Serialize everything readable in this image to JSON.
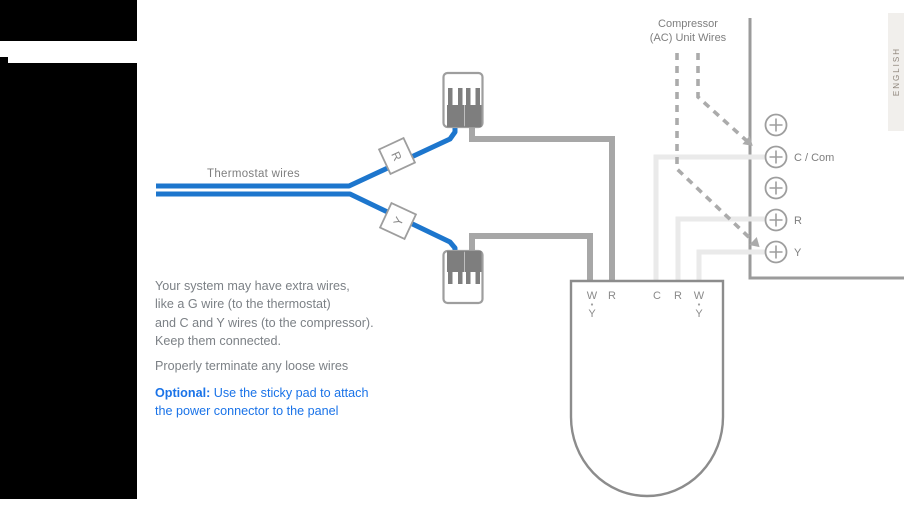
{
  "diagram": {
    "thermostat_wires_label": "Thermostat wires",
    "compressor_label": {
      "line1": "Compressor",
      "line2": "(AC) Unit Wires"
    },
    "wire_tags": {
      "r": "R",
      "y": "Y"
    },
    "terminals": {
      "t1": "",
      "t2": "C / Com",
      "t3": "",
      "t4": "R",
      "t5": "Y"
    },
    "power_connector": {
      "left_w": "W",
      "left_r": "R",
      "left_y": "Y",
      "right_c": "C",
      "right_r": "R",
      "right_w": "W",
      "right_y": "Y"
    }
  },
  "instructions": {
    "para1": {
      "line1": "Your system may have extra wires,",
      "line2": "like a G wire (to the thermostat)",
      "line3": "and C and Y wires (to the compressor).",
      "line4": "Keep them connected."
    },
    "para2": "Properly terminate any loose wires",
    "para3": {
      "bold": "Optional:",
      "line1_rest": " Use the sticky pad to attach",
      "line2": "the power connector to the panel"
    }
  },
  "side_tab": {
    "label": "ENGLISH"
  },
  "colors": {
    "wire_blue": "#1d76cd",
    "text_blue": "#1a73e8",
    "text_gray": "#7c8186",
    "wire_dark_gray": "#a7a7a7",
    "wire_light_gray": "#eaeaea",
    "dashed_gray": "#ababab",
    "outline_gray": "#9e9e9e"
  }
}
